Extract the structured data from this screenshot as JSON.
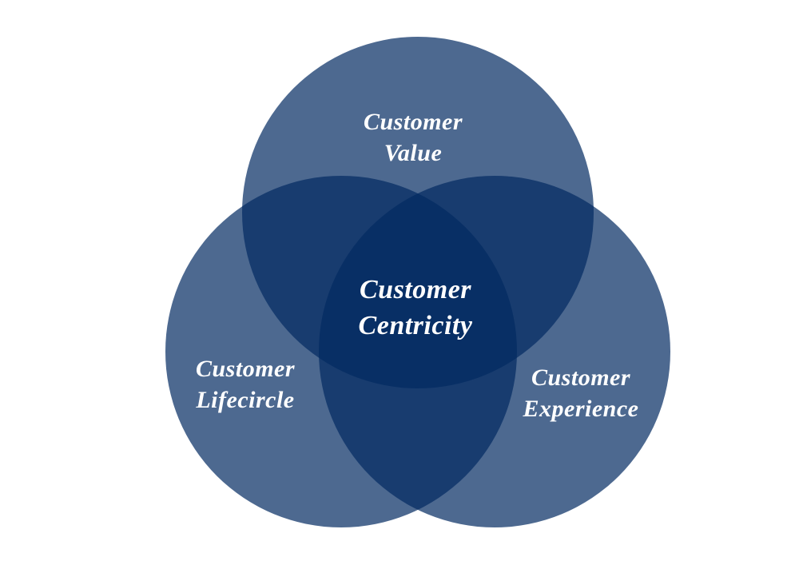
{
  "diagram": {
    "type": "venn-3",
    "circles": [
      {
        "id": "customer-value",
        "label": "Customer\nValue",
        "position": "top"
      },
      {
        "id": "customer-lifecircle",
        "label": "Customer\nLifecircle",
        "position": "bottom-left"
      },
      {
        "id": "customer-experience",
        "label": "Customer\nExperience",
        "position": "bottom-right"
      }
    ],
    "center": {
      "id": "customer-centricity",
      "label": "Customer\nCentricity"
    }
  },
  "colors": {
    "background": "#FFFFFF",
    "circle_fill_rgba": "rgba(1,42,97,0.70)",
    "circle_flat_single": "#4C6990",
    "overlap_two_flat": "#17386A",
    "overlap_three_flat": "#0D2A5A",
    "label_text": "#FFFFFF"
  }
}
